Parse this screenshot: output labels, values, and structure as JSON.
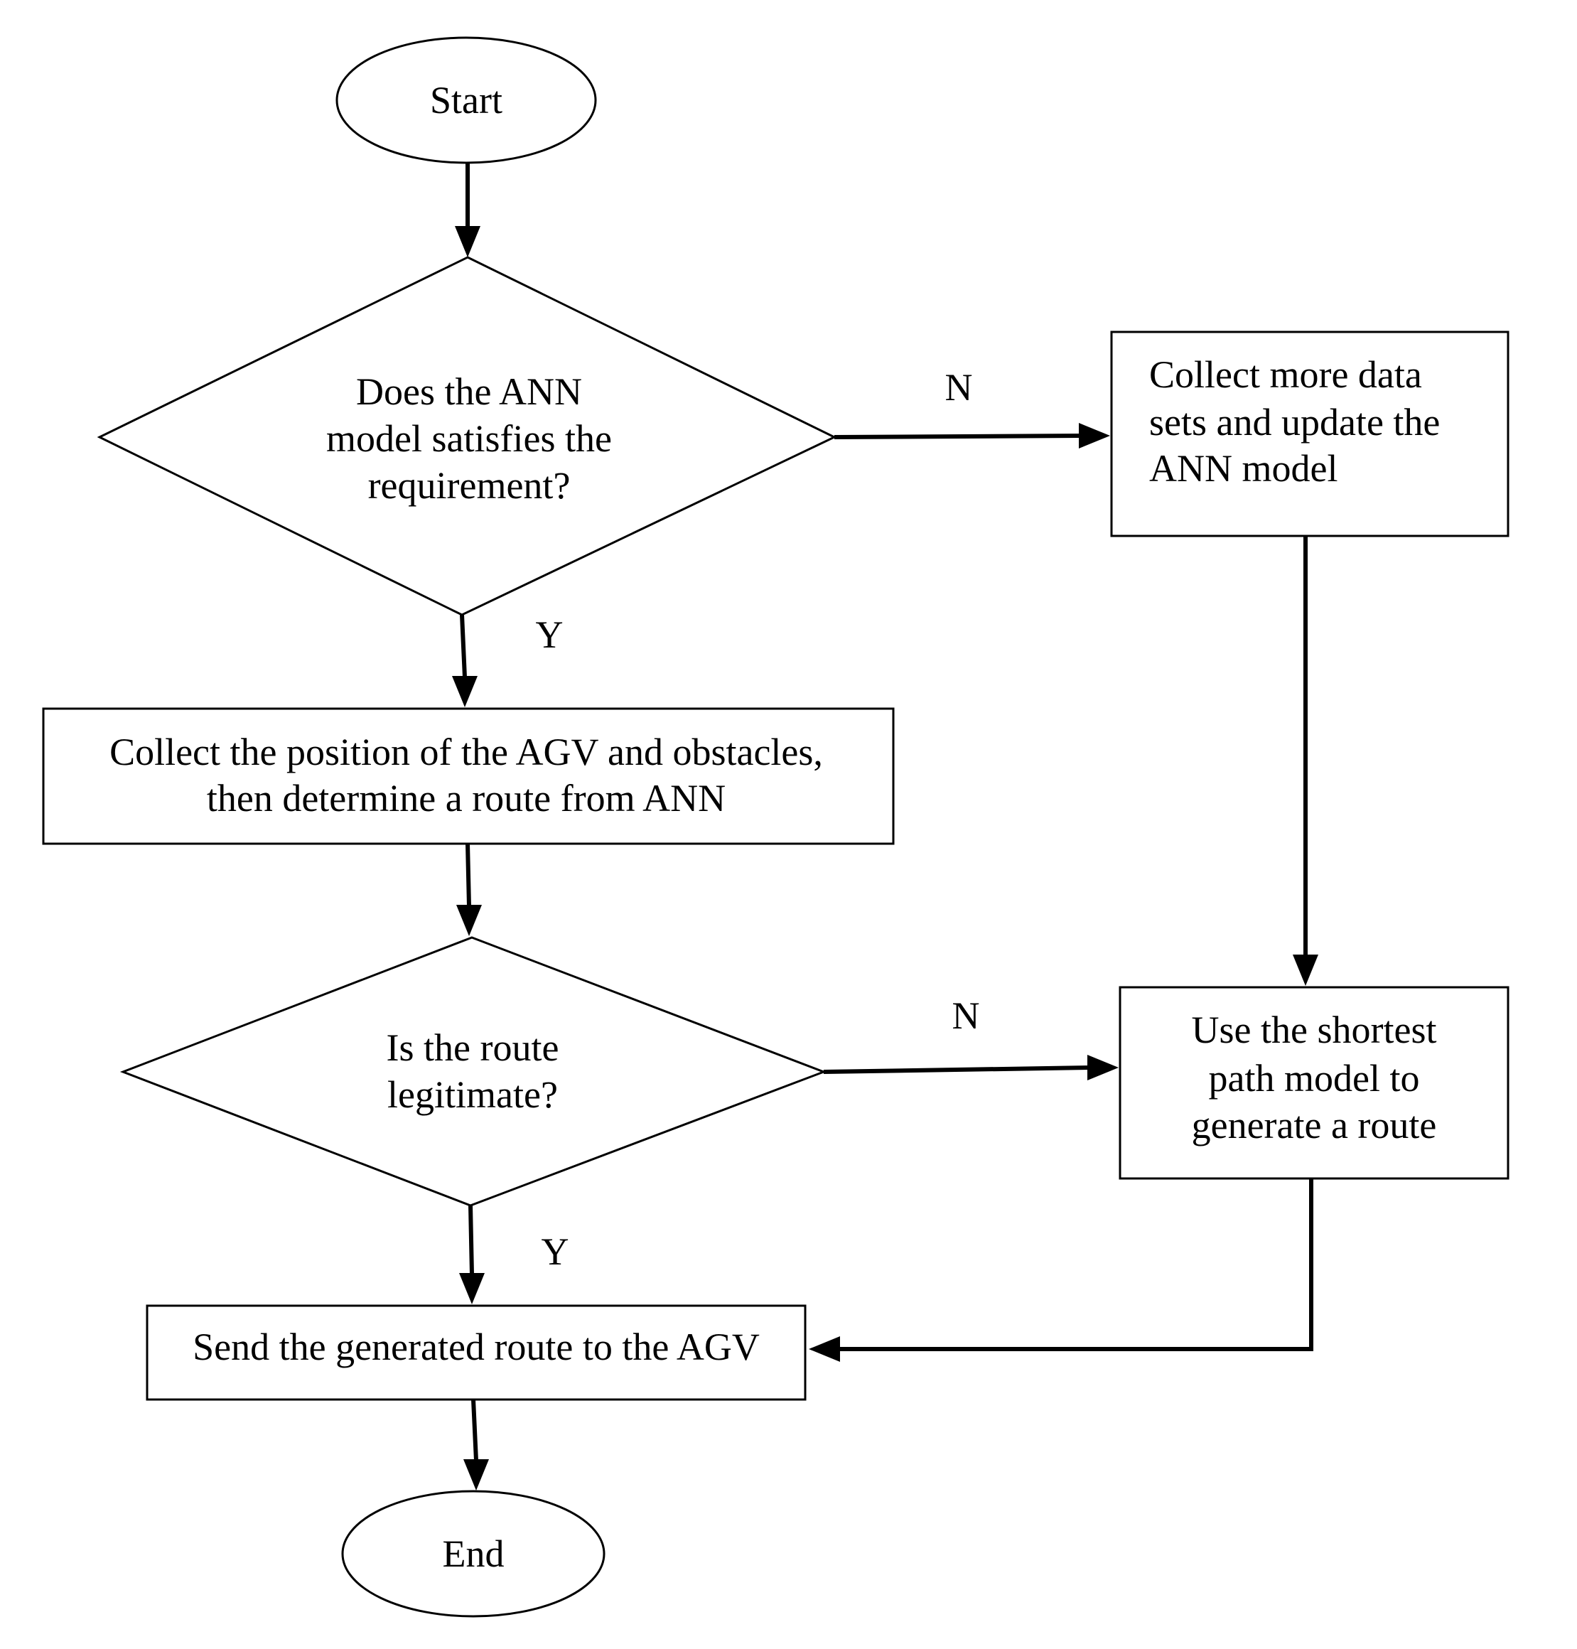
{
  "nodes": {
    "start": {
      "label": "Start"
    },
    "decision_ann": {
      "lines": [
        "Does the ANN",
        "model satisfies the",
        "requirement?"
      ]
    },
    "collect_data": {
      "lines": [
        "Collect more data",
        "sets and update the",
        "ANN model"
      ]
    },
    "collect_position": {
      "lines": [
        "Collect the position of the AGV and obstacles,",
        "then determine a route from ANN"
      ]
    },
    "decision_route": {
      "lines": [
        "Is the route",
        "legitimate?"
      ]
    },
    "shortest_path": {
      "lines": [
        "Use the shortest",
        "path model to",
        "generate a route"
      ]
    },
    "send_route": {
      "label": "Send the generated  route to the AGV"
    },
    "end": {
      "label": "End"
    }
  },
  "edge_labels": {
    "decision_ann_no": "N",
    "decision_ann_yes": "Y",
    "decision_route_no": "N",
    "decision_route_yes": "Y"
  },
  "colors": {
    "stroke": "#000000",
    "fill": "#ffffff",
    "text": "#000000"
  }
}
